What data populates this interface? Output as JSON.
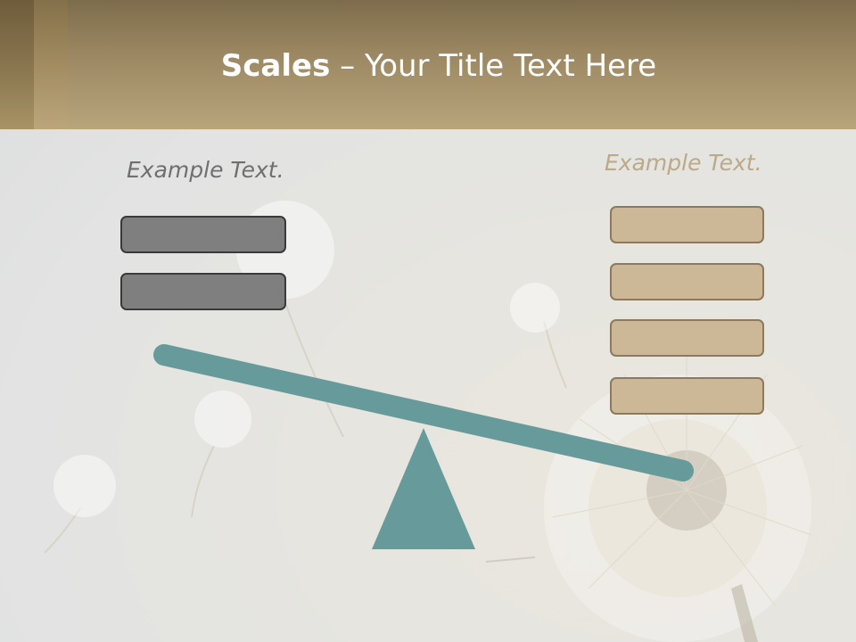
{
  "slide": {
    "title_bold": "Scales",
    "title_rest": " – Your Title Text Here",
    "left_label": "Example Text.",
    "right_label": "Example Text."
  },
  "colors": {
    "header": "#b9a57c",
    "beam": "#679a9a",
    "fulcrum": "#679a9a",
    "left_box_fill": "#7f7f7f",
    "right_box_fill": "#ccb896"
  },
  "left_stack": {
    "count": 2
  },
  "right_stack": {
    "count": 4
  }
}
